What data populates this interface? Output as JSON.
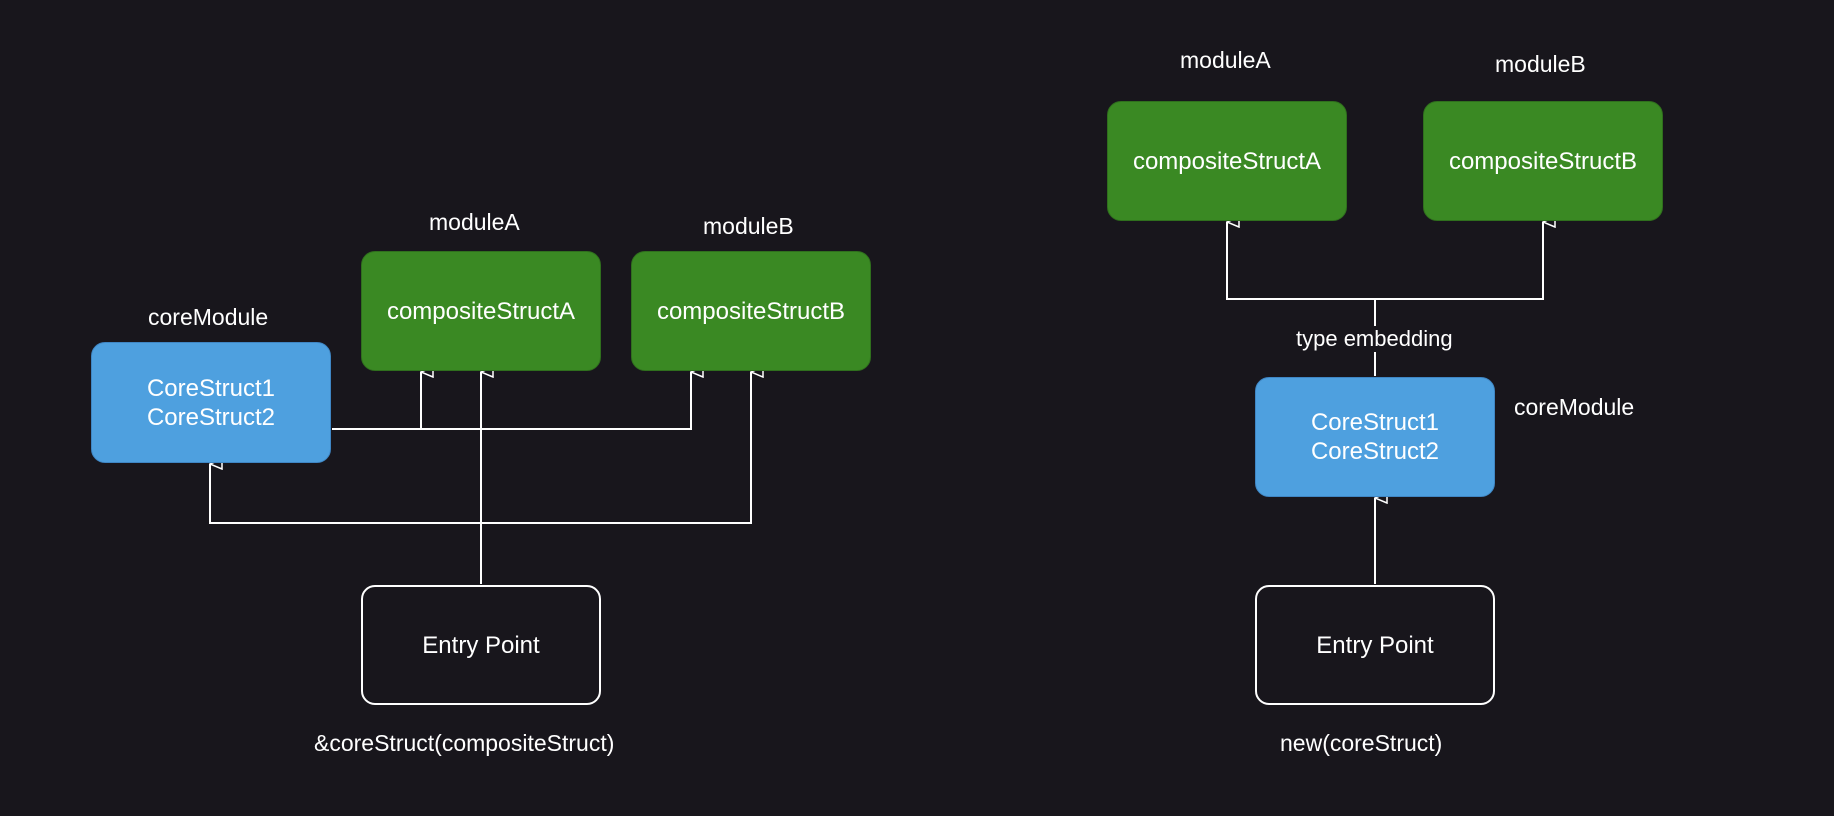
{
  "left": {
    "core_module_label": "coreModule",
    "core_box": {
      "line1": "CoreStruct1",
      "line2": "CoreStruct2"
    },
    "module_a_label": "moduleA",
    "composite_a": "compositeStructA",
    "module_b_label": "moduleB",
    "composite_b": "compositeStructB",
    "entry_point": "Entry Point",
    "caption": "&coreStruct(compositeStruct)"
  },
  "right": {
    "module_a_label": "moduleA",
    "composite_a": "compositeStructA",
    "module_b_label": "moduleB",
    "composite_b": "compositeStructB",
    "edge_label": "type embedding",
    "core_module_label": "coreModule",
    "core_box": {
      "line1": "CoreStruct1",
      "line2": "CoreStruct2"
    },
    "entry_point": "Entry Point",
    "caption": "new(coreStruct)"
  },
  "colors": {
    "background": "#18161c",
    "module_green": "#3a8923",
    "core_blue": "#4ea0df",
    "line": "#ffffff"
  }
}
